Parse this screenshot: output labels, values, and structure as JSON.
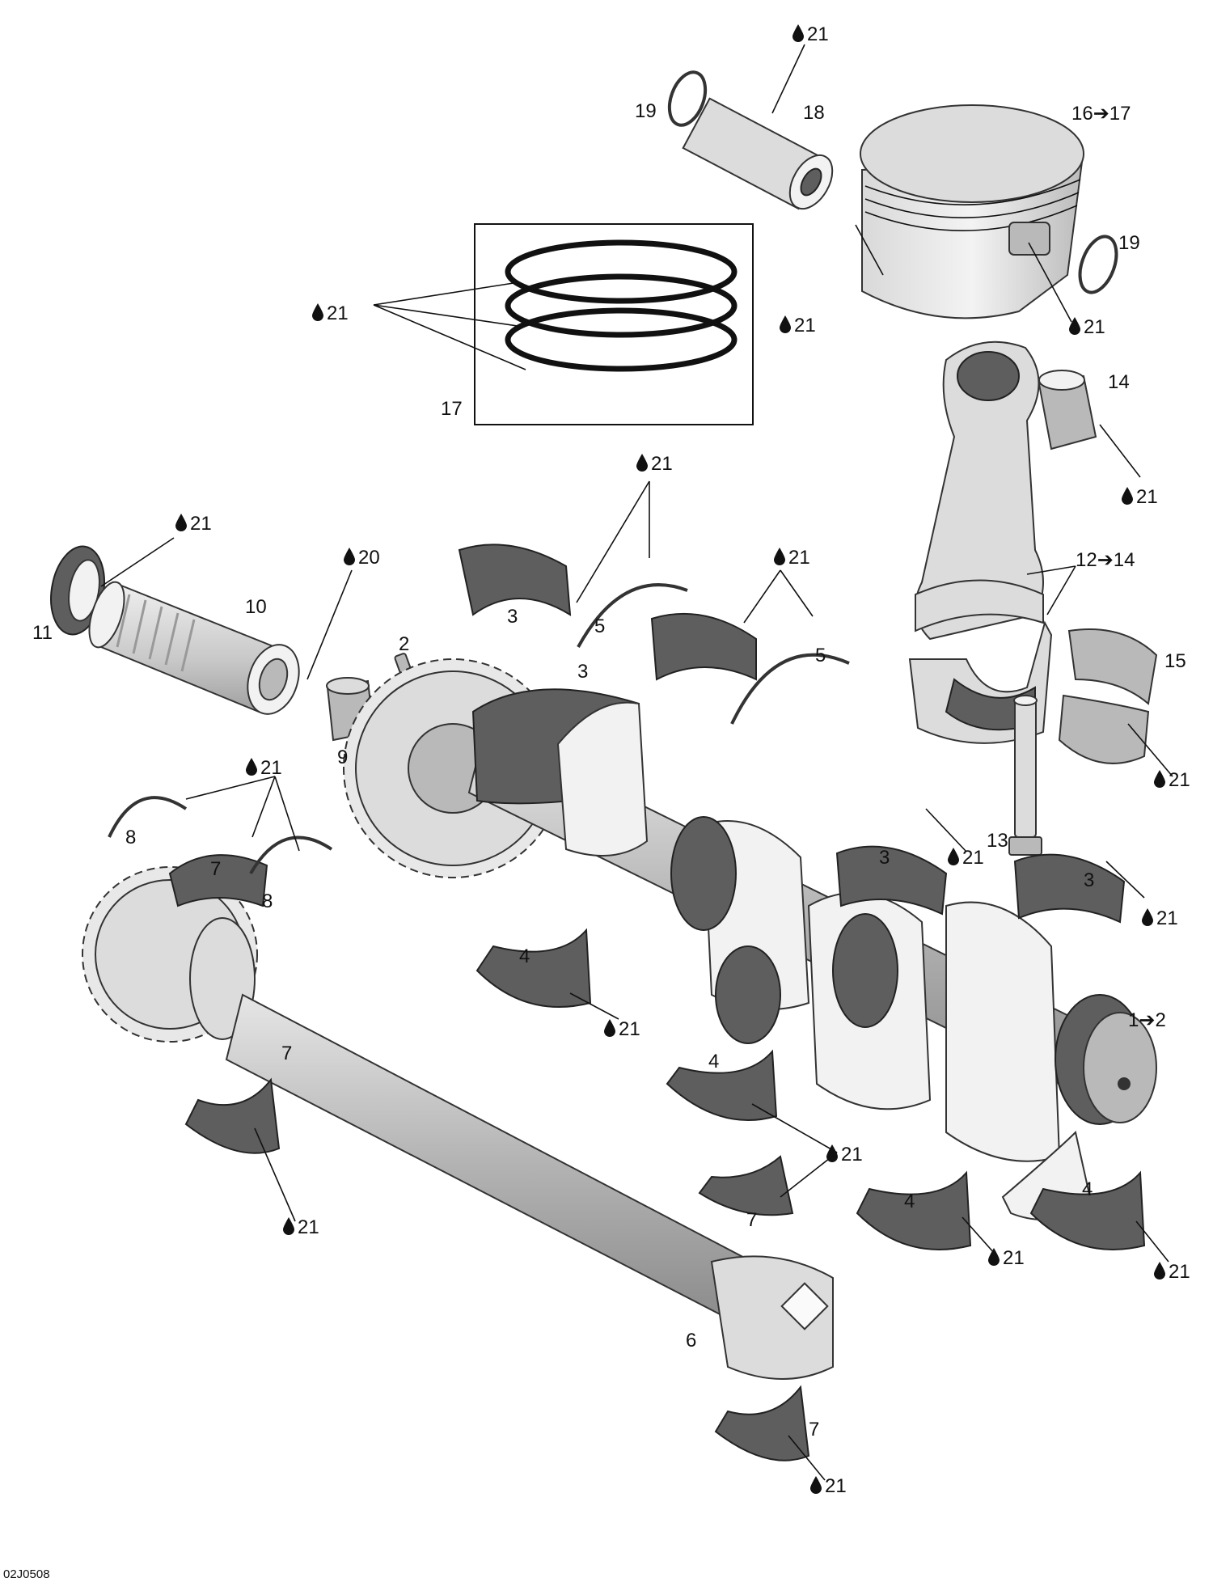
{
  "diagram": {
    "labels": [
      {
        "id": "c1",
        "text": "21",
        "drop": true
      },
      {
        "id": "c2",
        "text": "19",
        "drop": false
      },
      {
        "id": "c3",
        "text": "18",
        "drop": false
      },
      {
        "id": "c4",
        "text": "16➔17",
        "drop": false
      },
      {
        "id": "c5",
        "text": "19",
        "drop": false
      },
      {
        "id": "c6",
        "text": "21",
        "drop": true
      },
      {
        "id": "c7",
        "text": "21",
        "drop": true
      },
      {
        "id": "c8",
        "text": "21",
        "drop": true
      },
      {
        "id": "c9",
        "text": "17",
        "drop": false
      },
      {
        "id": "c10",
        "text": "14",
        "drop": false
      },
      {
        "id": "c11",
        "text": "21",
        "drop": true
      },
      {
        "id": "c12",
        "text": "21",
        "drop": true
      },
      {
        "id": "c13",
        "text": "21",
        "drop": true
      },
      {
        "id": "c14",
        "text": "20",
        "drop": true
      },
      {
        "id": "c15",
        "text": "21",
        "drop": true
      },
      {
        "id": "c16",
        "text": "12➔14",
        "drop": false
      },
      {
        "id": "c17",
        "text": "10",
        "drop": false
      },
      {
        "id": "c18",
        "text": "11",
        "drop": false
      },
      {
        "id": "c19",
        "text": "3",
        "drop": false
      },
      {
        "id": "c20",
        "text": "5",
        "drop": false
      },
      {
        "id": "c21",
        "text": "3",
        "drop": false
      },
      {
        "id": "c22",
        "text": "5",
        "drop": false
      },
      {
        "id": "c23",
        "text": "15",
        "drop": false
      },
      {
        "id": "c24",
        "text": "2",
        "drop": false
      },
      {
        "id": "c25",
        "text": "9",
        "drop": false
      },
      {
        "id": "c26",
        "text": "21",
        "drop": true
      },
      {
        "id": "c27",
        "text": "13",
        "drop": false
      },
      {
        "id": "c28",
        "text": "21",
        "drop": true
      },
      {
        "id": "c29",
        "text": "8",
        "drop": false
      },
      {
        "id": "c30",
        "text": "7",
        "drop": false
      },
      {
        "id": "c31",
        "text": "8",
        "drop": false
      },
      {
        "id": "c32",
        "text": "3",
        "drop": false
      },
      {
        "id": "c33",
        "text": "21",
        "drop": true
      },
      {
        "id": "c34",
        "text": "3",
        "drop": false
      },
      {
        "id": "c35",
        "text": "21",
        "drop": true
      },
      {
        "id": "c36",
        "text": "4",
        "drop": false
      },
      {
        "id": "c37",
        "text": "21",
        "drop": true
      },
      {
        "id": "c38",
        "text": "1➔2",
        "drop": false
      },
      {
        "id": "c39",
        "text": "4",
        "drop": false
      },
      {
        "id": "c40",
        "text": "7",
        "drop": false
      },
      {
        "id": "c41",
        "text": "21",
        "drop": true
      },
      {
        "id": "c42",
        "text": "7",
        "drop": false
      },
      {
        "id": "c43",
        "text": "4",
        "drop": false
      },
      {
        "id": "c44",
        "text": "4",
        "drop": false
      },
      {
        "id": "c45",
        "text": "21",
        "drop": true
      },
      {
        "id": "c46",
        "text": "21",
        "drop": true
      },
      {
        "id": "c47",
        "text": "21",
        "drop": true
      },
      {
        "id": "c48",
        "text": "6",
        "drop": false
      },
      {
        "id": "c49",
        "text": "7",
        "drop": false
      },
      {
        "id": "c50",
        "text": "21",
        "drop": true
      }
    ],
    "drawing_code": "02J0508"
  }
}
